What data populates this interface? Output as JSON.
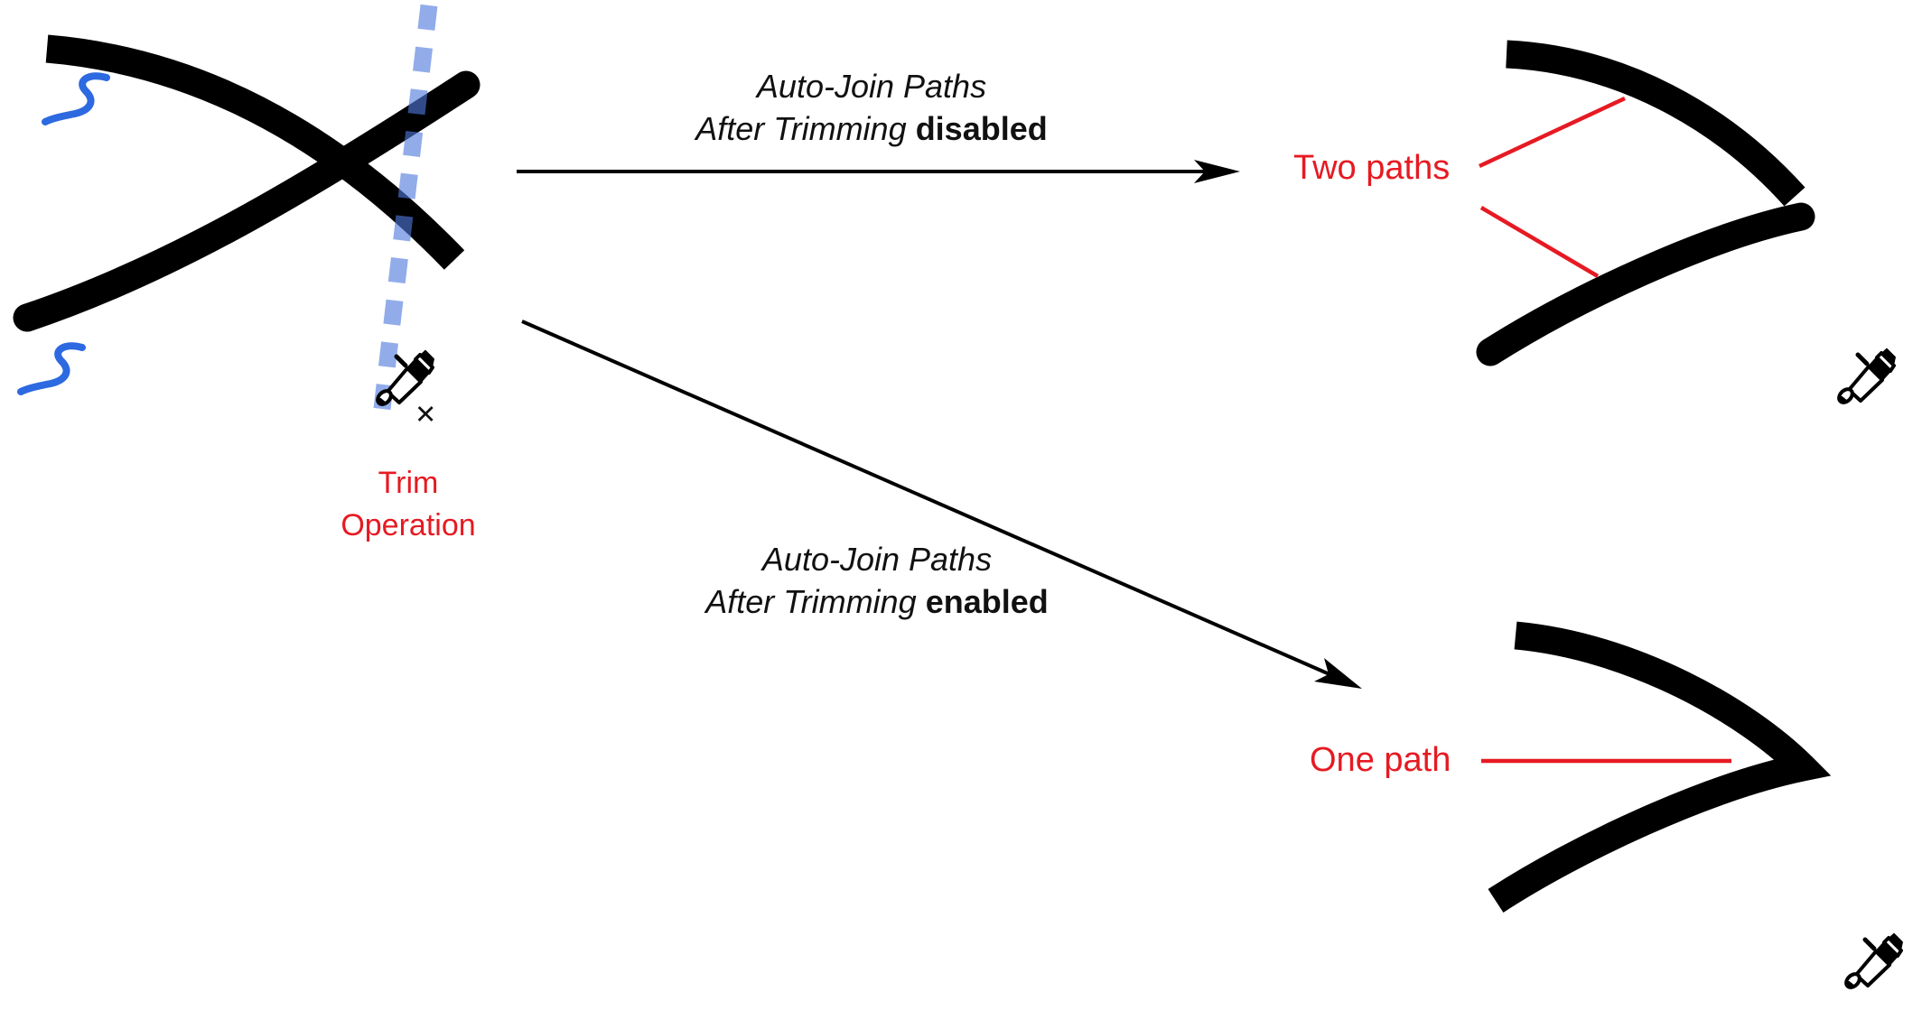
{
  "colors": {
    "background": "#ffffff",
    "stroke_black": "#000000",
    "accent_red": "#e61a22",
    "mark_blue": "#2d69e0",
    "guide_blue": "#4f79dd"
  },
  "labels": {
    "trim_operation": {
      "line1": "Trim",
      "line2": "Operation"
    },
    "disabled_case": {
      "line1": "Auto-Join Paths",
      "line2_italic": "After Trimming",
      "line2_bold": "disabled"
    },
    "enabled_case": {
      "line1": "Auto-Join Paths",
      "line2_italic": "After Trimming",
      "line2_bold": "enabled"
    },
    "two_paths": "Two paths",
    "one_path": "One path",
    "cursor_modifier": "✕"
  },
  "icons": {
    "marker_cursor": "marker-tool-cursor-icon",
    "s_mark": "calligraphy-s-mark",
    "trim_guide": "trim-guide-dashed-line"
  }
}
